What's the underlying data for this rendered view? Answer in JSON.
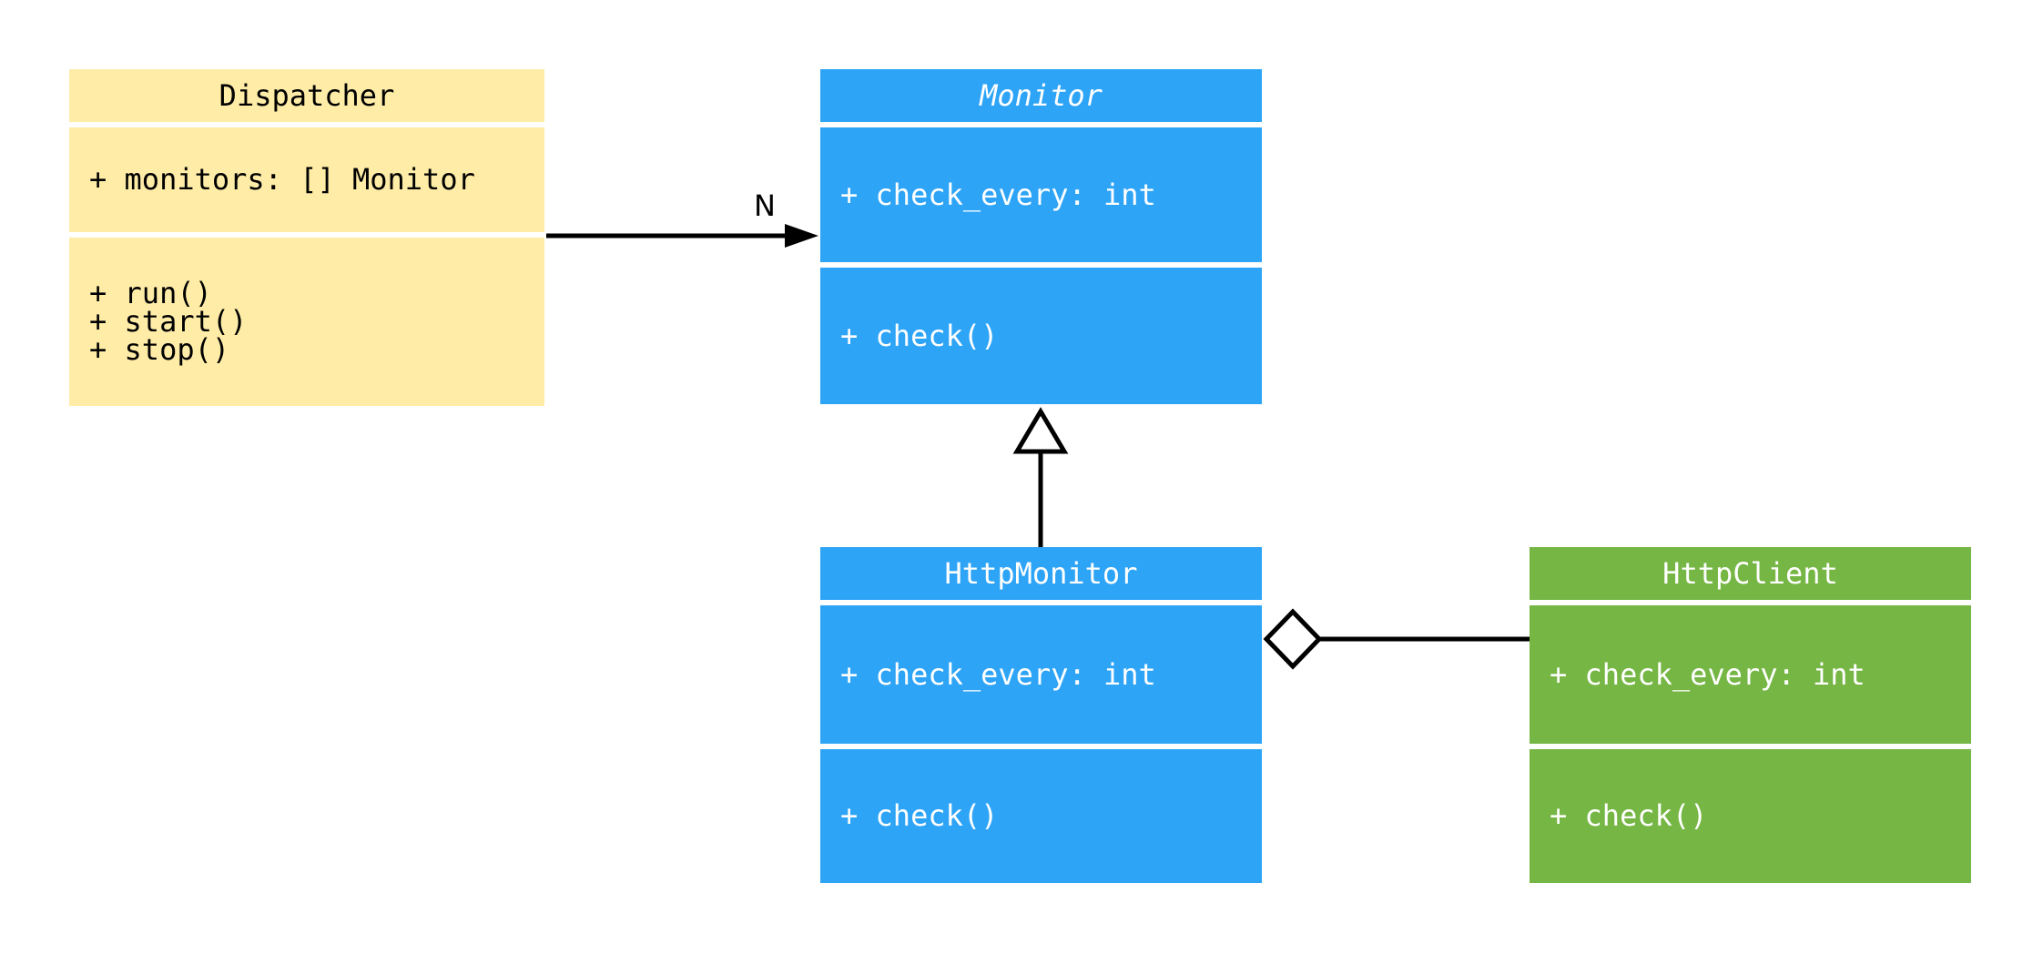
{
  "diagram": {
    "kind": "uml-class-diagram",
    "background": "#ffffff"
  },
  "colors": {
    "dispatcherFill": "#feeca7",
    "monitorFill": "#2ea4f7",
    "clientFill": "#76b644",
    "connector": "#000000"
  },
  "classes": [
    {
      "name": "Dispatcher",
      "abstract": false,
      "fill": "#feeca7",
      "attributes": [
        "+ monitors: [] Monitor"
      ],
      "methods": [
        "+ run()",
        "+ start()",
        "+ stop()"
      ]
    },
    {
      "name": "Monitor",
      "abstract": true,
      "fill": "#2ea4f7",
      "attributes": [
        "+ check_every: int"
      ],
      "methods": [
        "+ check()"
      ]
    },
    {
      "name": "HttpMonitor",
      "abstract": false,
      "fill": "#2ea4f7",
      "attributes": [
        "+ check_every: int"
      ],
      "methods": [
        "+ check()"
      ]
    },
    {
      "name": "HttpClient",
      "abstract": false,
      "fill": "#76b644",
      "attributes": [
        "+ check_every: int"
      ],
      "methods": [
        "+ check()"
      ]
    }
  ],
  "relationships": [
    {
      "type": "association",
      "from": "Dispatcher",
      "to": "Monitor",
      "multiplicity": "N"
    },
    {
      "type": "inheritance",
      "from": "HttpMonitor",
      "to": "Monitor"
    },
    {
      "type": "aggregation",
      "from": "HttpMonitor",
      "to": "HttpClient"
    }
  ]
}
